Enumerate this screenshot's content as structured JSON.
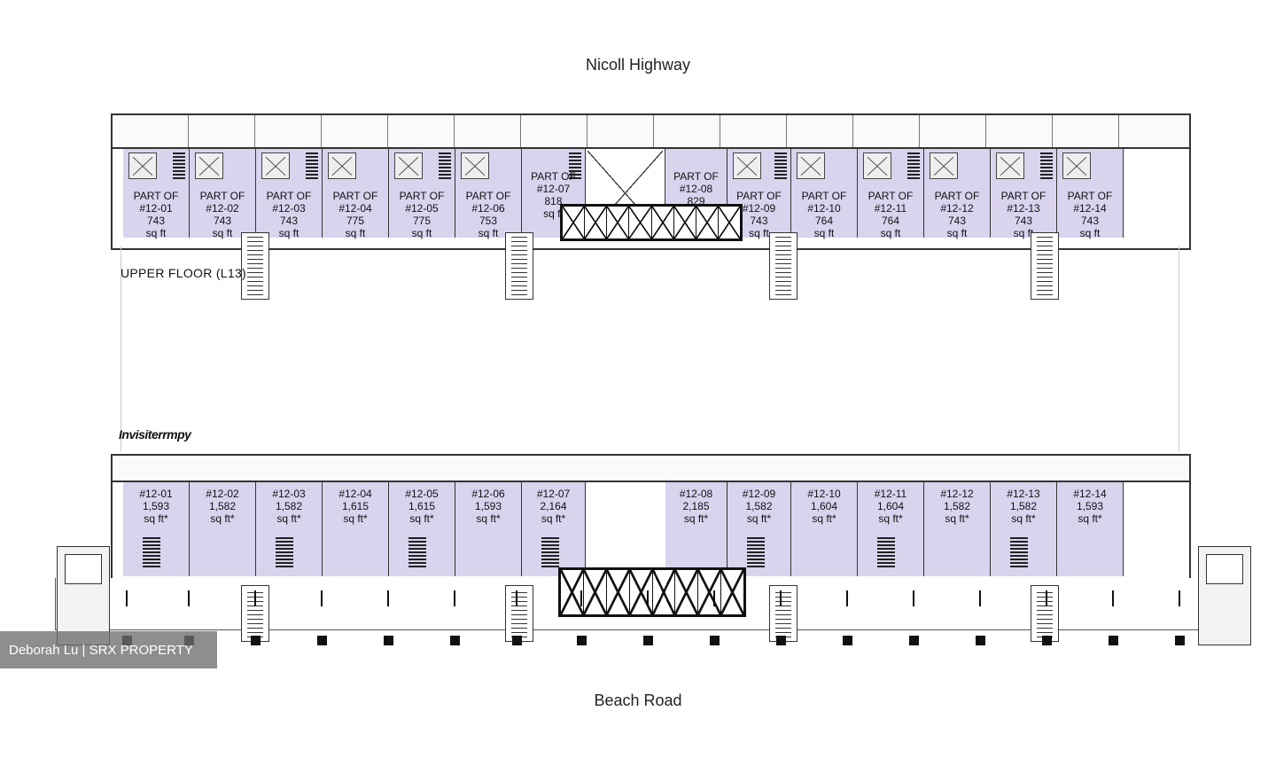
{
  "roads": {
    "north": "Nicoll Highway",
    "south": "Beach Road"
  },
  "upper_floor": {
    "label": "UPPER FLOOR (L13)",
    "units": [
      {
        "name": "PART OF",
        "unit": "#12-01",
        "area": "743",
        "unit_of_area": "sq ft"
      },
      {
        "name": "PART OF",
        "unit": "#12-02",
        "area": "743",
        "unit_of_area": "sq ft"
      },
      {
        "name": "PART OF",
        "unit": "#12-03",
        "area": "743",
        "unit_of_area": "sq ft"
      },
      {
        "name": "PART OF",
        "unit": "#12-04",
        "area": "775",
        "unit_of_area": "sq ft"
      },
      {
        "name": "PART OF",
        "unit": "#12-05",
        "area": "775",
        "unit_of_area": "sq ft"
      },
      {
        "name": "PART OF",
        "unit": "#12-06",
        "area": "753",
        "unit_of_area": "sq ft"
      },
      {
        "name": "PART OF",
        "unit": "#12-07",
        "area": "818",
        "unit_of_area": "sq ft"
      },
      {
        "name": "PART OF",
        "unit": "#12-08",
        "area": "829",
        "unit_of_area": "sq ft"
      },
      {
        "name": "PART OF",
        "unit": "#12-09",
        "area": "743",
        "unit_of_area": "sq ft"
      },
      {
        "name": "PART OF",
        "unit": "#12-10",
        "area": "764",
        "unit_of_area": "sq ft"
      },
      {
        "name": "PART OF",
        "unit": "#12-11",
        "area": "764",
        "unit_of_area": "sq ft"
      },
      {
        "name": "PART OF",
        "unit": "#12-12",
        "area": "743",
        "unit_of_area": "sq ft"
      },
      {
        "name": "PART OF",
        "unit": "#12-13",
        "area": "743",
        "unit_of_area": "sq ft"
      },
      {
        "name": "PART OF",
        "unit": "#12-14",
        "area": "743",
        "unit_of_area": "sq ft"
      }
    ]
  },
  "lower_floor": {
    "label": "Invisiterrmpy",
    "units": [
      {
        "unit": "#12-01",
        "area": "1,593",
        "unit_of_area": "sq ft*"
      },
      {
        "unit": "#12-02",
        "area": "1,582",
        "unit_of_area": "sq ft*"
      },
      {
        "unit": "#12-03",
        "area": "1,582",
        "unit_of_area": "sq ft*"
      },
      {
        "unit": "#12-04",
        "area": "1,615",
        "unit_of_area": "sq ft*"
      },
      {
        "unit": "#12-05",
        "area": "1,615",
        "unit_of_area": "sq ft*"
      },
      {
        "unit": "#12-06",
        "area": "1,593",
        "unit_of_area": "sq ft*"
      },
      {
        "unit": "#12-07",
        "area": "2,164",
        "unit_of_area": "sq ft*"
      },
      {
        "unit": "#12-08",
        "area": "2,185",
        "unit_of_area": "sq ft*"
      },
      {
        "unit": "#12-09",
        "area": "1,582",
        "unit_of_area": "sq ft*"
      },
      {
        "unit": "#12-10",
        "area": "1,604",
        "unit_of_area": "sq ft*"
      },
      {
        "unit": "#12-11",
        "area": "1,604",
        "unit_of_area": "sq ft*"
      },
      {
        "unit": "#12-12",
        "area": "1,582",
        "unit_of_area": "sq ft*"
      },
      {
        "unit": "#12-13",
        "area": "1,582",
        "unit_of_area": "sq ft*"
      },
      {
        "unit": "#12-14",
        "area": "1,593",
        "unit_of_area": "sq ft*"
      }
    ]
  },
  "watermark": "Deborah Lu | SRX PROPERTY"
}
